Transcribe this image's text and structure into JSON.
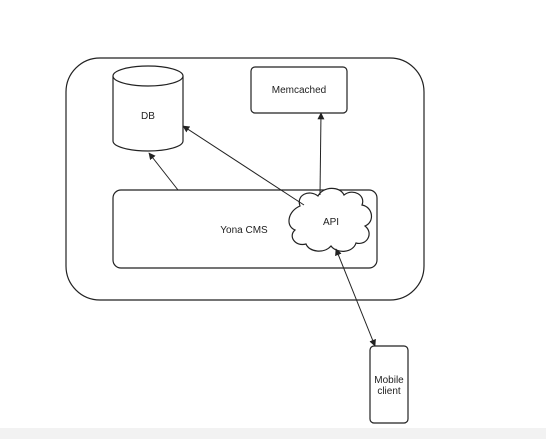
{
  "nodes": {
    "db": {
      "label": "DB"
    },
    "memcached": {
      "label": "Memcached"
    },
    "cms": {
      "label": "Yona CMS"
    },
    "api": {
      "label": "API"
    },
    "mobile": {
      "line1": "Mobile",
      "line2": "client"
    }
  },
  "colors": {
    "stroke": "#222222",
    "background": "#ffffff"
  }
}
